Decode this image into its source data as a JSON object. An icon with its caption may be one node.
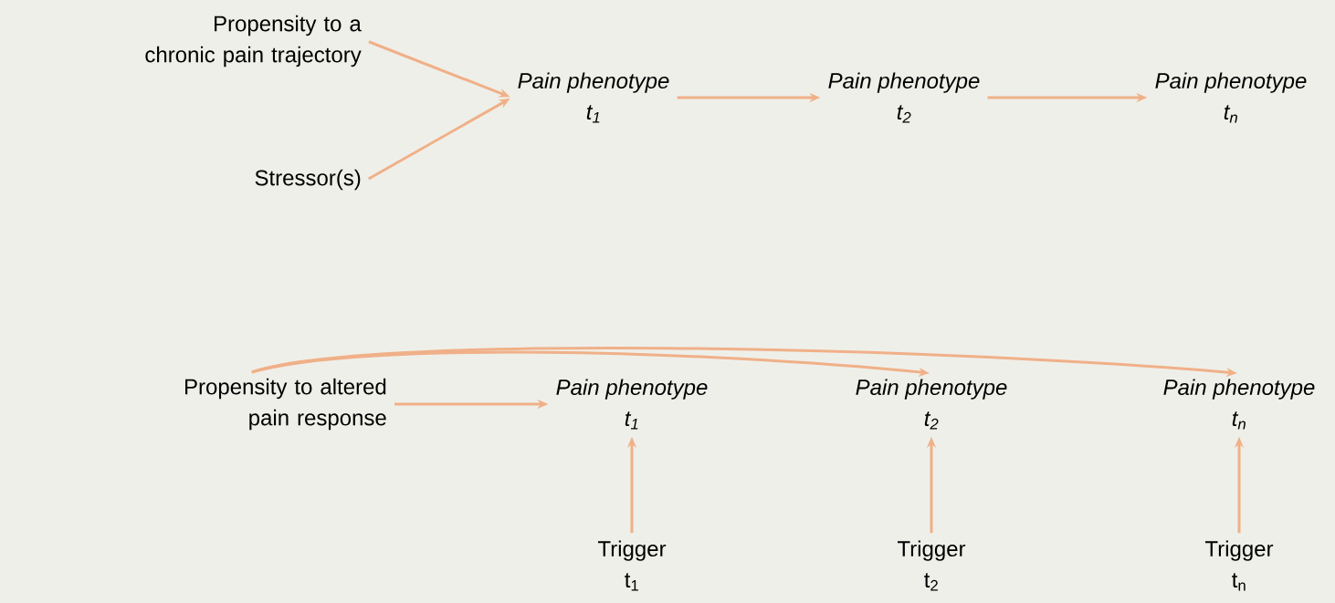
{
  "diagram": {
    "nodes": [
      {
        "text": [
          "Propensity to a chronic pain trajectory"
        ]
      },
      {
        "text": [
          "Stressor(s)"
        ]
      },
      {
        "text": [
          "Pain phenotype",
          "t$_{1}$"
        ]
      },
      {
        "text": [
          "Pain phenotype",
          "t$_{2}$"
        ]
      },
      {
        "text": [
          "Pain phenotype",
          "t$_{n}$"
        ]
      },
      {
        "text": [
          "Propensity to altered pain response"
        ]
      },
      {
        "text": [
          "Pain phenotype",
          "t$_{1}$"
        ]
      },
      {
        "text": [
          "Pain phenotype",
          "t$_{2}$"
        ]
      },
      {
        "text": [
          "Pain phenotype",
          "t$_{n}$"
        ]
      },
      {
        "text": [
          "Trigger",
          "t$_{1}$"
        ]
      },
      {
        "text": [
          "Trigger",
          "t$_{2}$"
        ]
      },
      {
        "text": [
          "Trigger",
          "t$_{n}$"
        ]
      }
    ],
    "edges": [
      {
        "from": 0,
        "to": 2,
        "arrow": "to"
      },
      {
        "from": 1,
        "to": 2,
        "arrow": "to"
      },
      {
        "from": 2,
        "to": 3,
        "arrow": "to"
      },
      {
        "from": 3,
        "to": 4,
        "arrow": "to"
      },
      {
        "from": 5,
        "to": 6,
        "arrow": "to"
      },
      {
        "from": 5,
        "to": 7,
        "arrow": "to"
      },
      {
        "from": 5,
        "to": 8,
        "arrow": "to"
      },
      {
        "from": 9,
        "to": 6,
        "arrow": "to"
      },
      {
        "from": 10,
        "to": 7,
        "arrow": "to"
      },
      {
        "from": 11,
        "to": 8,
        "arrow": "to"
      }
    ]
  }
}
